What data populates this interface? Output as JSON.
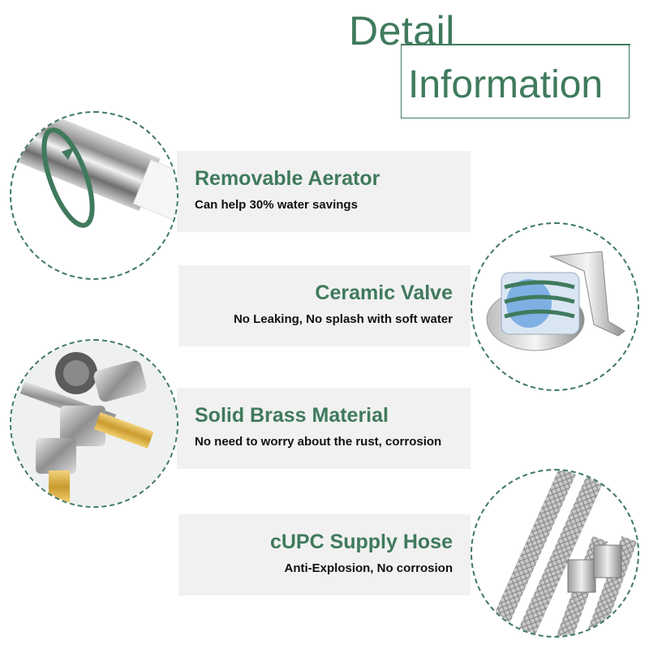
{
  "header": {
    "title_line1": "Detail",
    "title_line2": "Information"
  },
  "colors": {
    "accent": "#3f7a5c",
    "card_bg": "#f1f1f1",
    "subtext": "#111111"
  },
  "features": [
    {
      "title": "Removable Aerator",
      "subtitle": "Can help 30% water savings",
      "image": "aerator-photo"
    },
    {
      "title": "Ceramic Valve",
      "subtitle": "No Leaking, No splash with soft water",
      "image": "ceramic-valve-photo"
    },
    {
      "title": "Solid Brass Material",
      "subtitle": "No need to worry about the rust, corrosion",
      "image": "brass-valve-photo"
    },
    {
      "title": "cUPC Supply Hose",
      "subtitle": "Anti-Explosion, No corrosion",
      "image": "supply-hose-photo"
    }
  ]
}
